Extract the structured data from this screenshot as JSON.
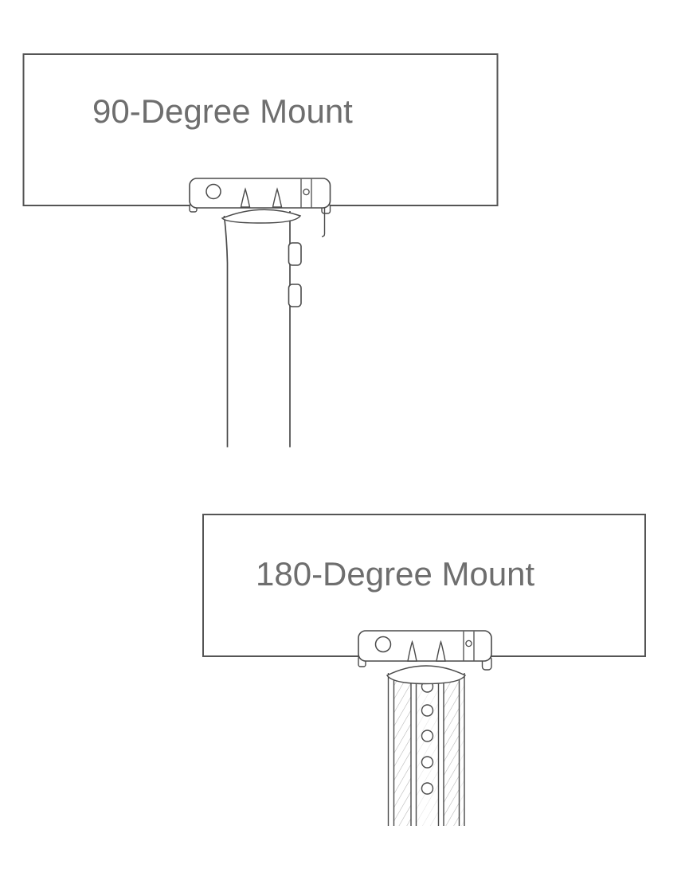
{
  "diagrams": [
    {
      "id": "mount-90",
      "label": "90-Degree Mount",
      "features": {
        "bracket_bolt_holes": 1,
        "bracket_spikes": 2,
        "bracket_pin_holes": 1,
        "pole_side_tabs": 2,
        "pole_holes": 0,
        "pole_hatched": false
      }
    },
    {
      "id": "mount-180",
      "label": "180-Degree Mount",
      "features": {
        "bracket_bolt_holes": 1,
        "bracket_spikes": 2,
        "bracket_pin_holes": 1,
        "pole_side_tabs": 0,
        "pole_holes": 5,
        "pole_hatched": true
      }
    }
  ],
  "colors": {
    "background": "#ffffff",
    "panel_border": "#555555",
    "line": "#4a4a4a",
    "text": "#6e6e6e",
    "hatch": "#b3b3b3"
  }
}
